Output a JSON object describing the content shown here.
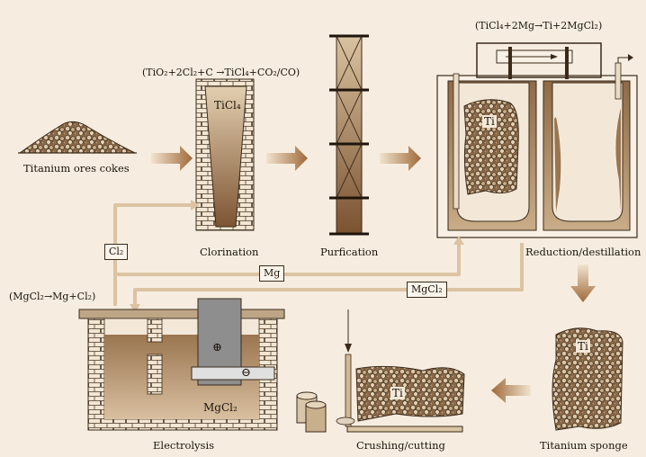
{
  "equations": {
    "chlorination": "(TiO₂+2Cl₂+C →TiCl₄+CO₂/CO)",
    "reduction": "(TiCl₄+2Mg→Ti+2MgCl₂)",
    "electrolysis": "(MgCl₂→Mg+Cl₂)"
  },
  "stages": {
    "ores": "Titanium ores cokes",
    "chlorination": "Clorination",
    "purification": "Purfication",
    "reduction": "Reduction/destillation",
    "sponge": "Titanium sponge",
    "crushing": "Crushing/cutting",
    "electrolysis": "Electrolysis"
  },
  "flows": {
    "cl2": "Cl₂",
    "mg": "Mg",
    "mgcl2": "MgCl₂"
  },
  "inner": {
    "ticl4": "TiCl₄",
    "ti_reactor": "Ti",
    "ti_sponge": "Ti",
    "ti_crush": "Ti",
    "mgcl2_bath": "MgCl₂",
    "plus": "⊕",
    "minus": "⊖"
  }
}
